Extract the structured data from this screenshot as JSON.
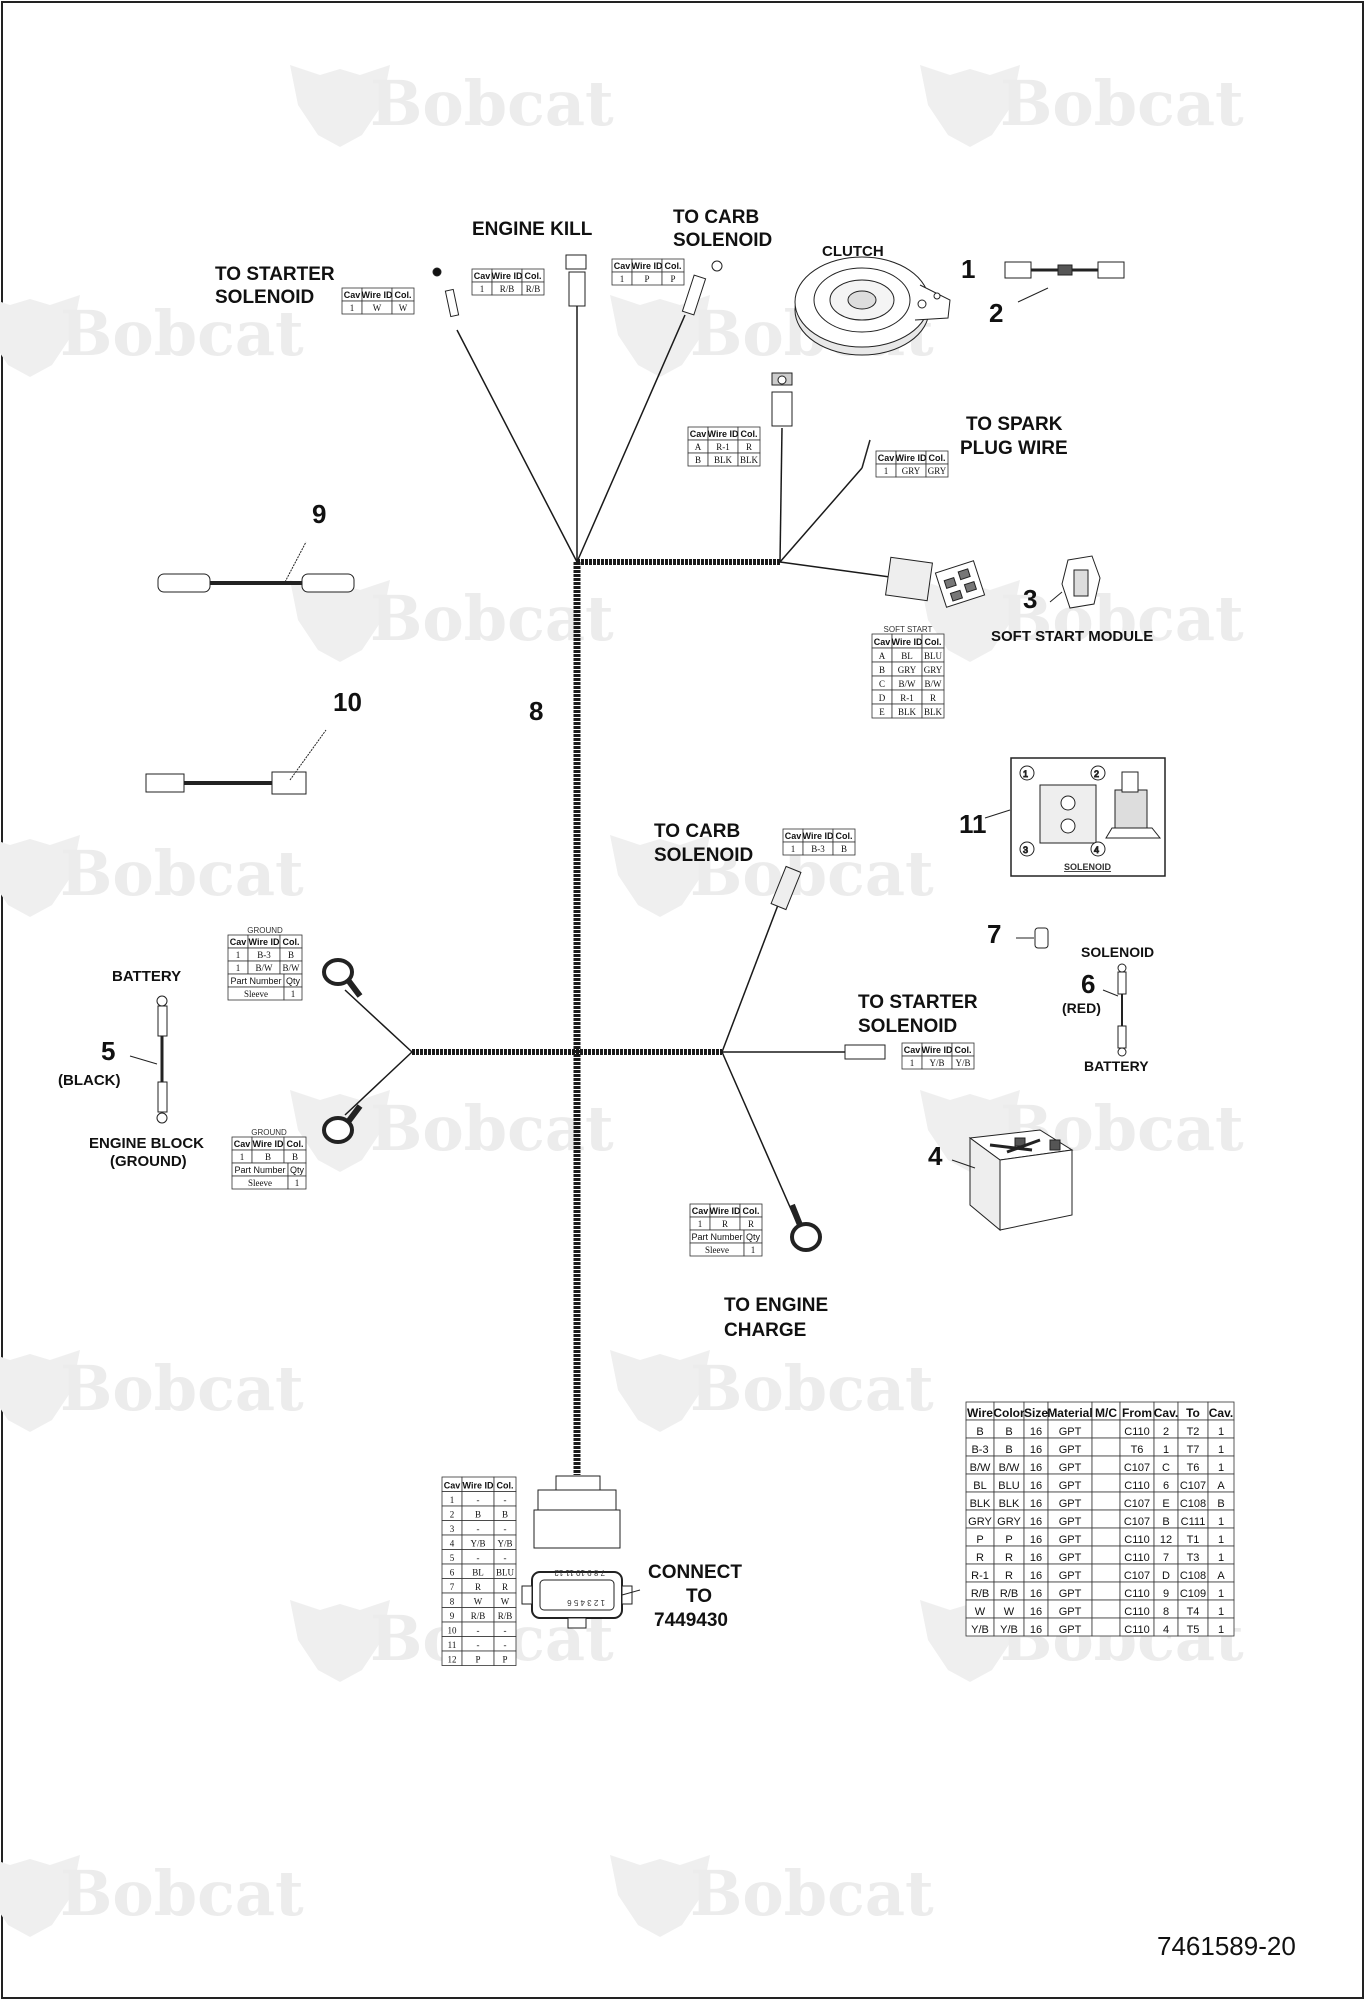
{
  "watermark": {
    "text": "Bobcat"
  },
  "labels": {
    "to_starter_solenoid_top": [
      "TO STARTER",
      "SOLENOID"
    ],
    "engine_kill": "ENGINE KILL",
    "to_carb_solenoid_top": [
      "TO CARB",
      "SOLENOID"
    ],
    "clutch": "CLUTCH",
    "to_spark_plug_wire": [
      "TO SPARK",
      "PLUG WIRE"
    ],
    "soft_start_module": "SOFT START MODULE",
    "to_carb_solenoid_mid": [
      "TO CARB",
      "SOLENOID"
    ],
    "solenoid_caption": "SOLENOID",
    "battery_left": "BATTERY",
    "black": "(BLACK)",
    "engine_block": [
      "ENGINE BLOCK",
      "(GROUND)"
    ],
    "to_starter_solenoid_mid": [
      "TO STARTER",
      "SOLENOID"
    ],
    "solenoid_right": "SOLENOID",
    "red": "(RED)",
    "battery_right": "BATTERY",
    "to_engine_charge": [
      "TO ENGINE",
      "CHARGE"
    ],
    "connect_to": [
      "CONNECT",
      "TO",
      "7449430"
    ]
  },
  "callouts": [
    "1",
    "2",
    "3",
    "4",
    "5",
    "6",
    "7",
    "8",
    "9",
    "10",
    "11"
  ],
  "doc_number": "7461589-20",
  "tables": {
    "starter_top": {
      "header": [
        "Cav",
        "Wire ID",
        "Col."
      ],
      "rows": [
        [
          "1",
          "W",
          "W"
        ]
      ]
    },
    "engine_kill": {
      "header": [
        "Cav",
        "Wire ID",
        "Col."
      ],
      "rows": [
        [
          "1",
          "R/B",
          "R/B"
        ]
      ]
    },
    "carb_top": {
      "header": [
        "Cav",
        "Wire ID",
        "Col."
      ],
      "rows": [
        [
          "1",
          "P",
          "P"
        ]
      ]
    },
    "clutch": {
      "header": [
        "Cav",
        "Wire ID",
        "Col."
      ],
      "rows": [
        [
          "A",
          "R-1",
          "R"
        ],
        [
          "B",
          "BLK",
          "BLK"
        ]
      ]
    },
    "spark": {
      "header": [
        "Cav",
        "Wire ID",
        "Col."
      ],
      "rows": [
        [
          "1",
          "GRY",
          "GRY"
        ]
      ]
    },
    "soft_start": {
      "caption": "SOFT START",
      "header": [
        "Cav",
        "Wire ID",
        "Col."
      ],
      "rows": [
        [
          "A",
          "BL",
          "BLU"
        ],
        [
          "B",
          "GRY",
          "GRY"
        ],
        [
          "C",
          "B/W",
          "B/W"
        ],
        [
          "D",
          "R-1",
          "R"
        ],
        [
          "E",
          "BLK",
          "BLK"
        ]
      ]
    },
    "carb_mid": {
      "header": [
        "Cav",
        "Wire ID",
        "Col."
      ],
      "rows": [
        [
          "1",
          "B-3",
          "B"
        ]
      ]
    },
    "ground_top": {
      "caption": "GROUND",
      "header": [
        "Cav",
        "Wire ID",
        "Col."
      ],
      "rows": [
        [
          "1",
          "B-3",
          "B"
        ],
        [
          "1",
          "B/W",
          "B/W"
        ]
      ],
      "extra_header": [
        "Part Number",
        "Qty"
      ],
      "extra_rows": [
        [
          "Sleeve",
          "1"
        ]
      ]
    },
    "ground_bottom": {
      "caption": "GROUND",
      "header": [
        "Cav",
        "Wire ID",
        "Col."
      ],
      "rows": [
        [
          "1",
          "B",
          "B"
        ]
      ],
      "extra_header": [
        "Part Number",
        "Qty"
      ],
      "extra_rows": [
        [
          "Sleeve",
          "1"
        ]
      ]
    },
    "starter_mid": {
      "header": [
        "Cav",
        "Wire ID",
        "Col."
      ],
      "rows": [
        [
          "1",
          "Y/B",
          "Y/B"
        ]
      ]
    },
    "charge": {
      "header": [
        "Cav",
        "Wire ID",
        "Col."
      ],
      "rows": [
        [
          "1",
          "R",
          "R"
        ]
      ],
      "extra_header": [
        "Part Number",
        "Qty"
      ],
      "extra_rows": [
        [
          "Sleeve",
          "1"
        ]
      ]
    },
    "main_connector": {
      "header": [
        "Cav",
        "Wire ID",
        "Col."
      ],
      "rows": [
        [
          "1",
          "-",
          "-"
        ],
        [
          "2",
          "B",
          "B"
        ],
        [
          "3",
          "-",
          "-"
        ],
        [
          "4",
          "Y/B",
          "Y/B"
        ],
        [
          "5",
          "-",
          "-"
        ],
        [
          "6",
          "BL",
          "BLU"
        ],
        [
          "7",
          "R",
          "R"
        ],
        [
          "8",
          "W",
          "W"
        ],
        [
          "9",
          "R/B",
          "R/B"
        ],
        [
          "10",
          "-",
          "-"
        ],
        [
          "11",
          "-",
          "-"
        ],
        [
          "12",
          "P",
          "P"
        ]
      ]
    },
    "wire_list": {
      "header": [
        "Wire",
        "Color",
        "Size",
        "Material",
        "M/C",
        "From",
        "Cav.",
        "To",
        "Cav."
      ],
      "rows": [
        [
          "B",
          "B",
          "16",
          "GPT",
          "",
          "C110",
          "2",
          "T2",
          "1"
        ],
        [
          "B-3",
          "B",
          "16",
          "GPT",
          "",
          "T6",
          "1",
          "T7",
          "1"
        ],
        [
          "B/W",
          "B/W",
          "16",
          "GPT",
          "",
          "C107",
          "C",
          "T6",
          "1"
        ],
        [
          "BL",
          "BLU",
          "16",
          "GPT",
          "",
          "C110",
          "6",
          "C107",
          "A"
        ],
        [
          "BLK",
          "BLK",
          "16",
          "GPT",
          "",
          "C107",
          "E",
          "C108",
          "B"
        ],
        [
          "GRY",
          "GRY",
          "16",
          "GPT",
          "",
          "C107",
          "B",
          "C111",
          "1"
        ],
        [
          "P",
          "P",
          "16",
          "GPT",
          "",
          "C110",
          "12",
          "T1",
          "1"
        ],
        [
          "R",
          "R",
          "16",
          "GPT",
          "",
          "C110",
          "7",
          "T3",
          "1"
        ],
        [
          "R-1",
          "R",
          "16",
          "GPT",
          "",
          "C107",
          "D",
          "C108",
          "A"
        ],
        [
          "R/B",
          "R/B",
          "16",
          "GPT",
          "",
          "C110",
          "9",
          "C109",
          "1"
        ],
        [
          "W",
          "W",
          "16",
          "GPT",
          "",
          "C110",
          "8",
          "T4",
          "1"
        ],
        [
          "Y/B",
          "Y/B",
          "16",
          "GPT",
          "",
          "C110",
          "4",
          "T5",
          "1"
        ]
      ]
    }
  },
  "connector_pins_top": "7 8 9 10 11 12",
  "connector_pins_bottom": "1 2 3 4 5 6",
  "colors": {
    "ink": "#111111",
    "watermark": "#ececec",
    "harness": "#1a1a1a"
  }
}
